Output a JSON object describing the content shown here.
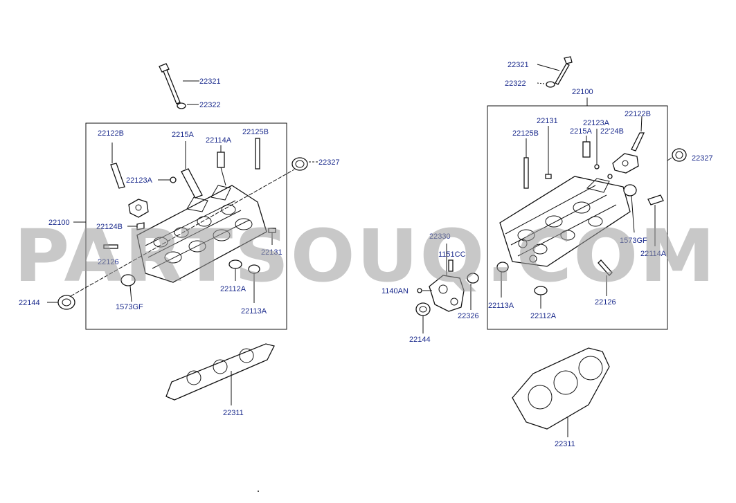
{
  "watermark": "PARTSOUQ.COM",
  "left": {
    "labels": {
      "bolt_top": "22321",
      "washer_top": "22322",
      "head": "22100",
      "bolt_b": "22122B",
      "oring_a": "22123A",
      "guide_a": "2215A",
      "guide_114": "22114A",
      "stud_b": "22125B",
      "seal_327": "22327",
      "clip_b": "22124B",
      "pin": "22126",
      "plug_131": "22131",
      "cap_112": "22112A",
      "cap_113": "22113A",
      "plug_gf": "1573GF",
      "seal_144": "22144",
      "gasket": "22311"
    }
  },
  "right": {
    "labels": {
      "bolt_top": "22321",
      "washer_top": "22322",
      "head": "22100",
      "bolt_b": "22122B",
      "plug_131": "22131",
      "oring_a": "22123A",
      "stud_b": "22125B",
      "guide_a": "2215A",
      "clip_b": "22'24B",
      "seal_327": "22327",
      "plug_gf": "1573GF",
      "guide_114": "22114A",
      "cap_113": "22113A",
      "cap_112": "22112A",
      "pin": "22126",
      "gasket": "22311"
    }
  },
  "center": {
    "labels": {
      "housing": "22330",
      "stud": "1151CC",
      "bolt": "1140AN",
      "oring": "22326",
      "seal": "22144"
    }
  }
}
